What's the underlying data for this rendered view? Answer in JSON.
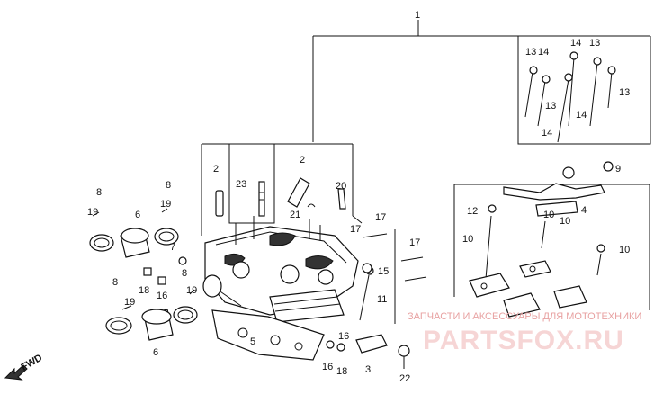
{
  "callouts": {
    "c1": "1",
    "c2a": "2",
    "c2b": "2",
    "c3": "3",
    "c4": "4",
    "c5": "5",
    "c6a": "6",
    "c6b": "6",
    "c7": "7",
    "c8a": "8",
    "c8b": "8",
    "c8c": "8",
    "c8d": "8",
    "c9": "9",
    "c10a": "10",
    "c10b": "10",
    "c10c": "10",
    "c10d": "10",
    "c11": "11",
    "c12": "12",
    "c13a": "13",
    "c13b": "13",
    "c13c": "13",
    "c13d": "13",
    "c14a": "14",
    "c14b": "14",
    "c14c": "14",
    "c14d": "14",
    "c15": "15",
    "c16a": "16",
    "c16b": "16",
    "c16c": "16",
    "c17a": "17",
    "c17b": "17",
    "c17c": "17",
    "c18a": "18",
    "c18b": "18",
    "c19a": "19",
    "c19b": "19",
    "c19c": "19",
    "c19d": "19",
    "c20": "20",
    "c21": "21",
    "c22": "22",
    "c23": "23"
  },
  "fwd_label": "FWD",
  "watermark": {
    "line1": "ЗАПЧАСТИ И АКСЕССУАРЫ ДЛЯ МОТОТЕХНИКИ",
    "line2": "PARTSFOX.RU"
  },
  "colors": {
    "ink": "#111111",
    "watermark": "#e8a2a2"
  }
}
